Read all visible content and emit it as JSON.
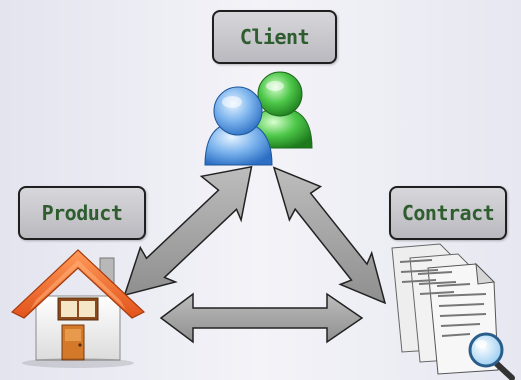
{
  "nodes": {
    "client": {
      "label": "Client",
      "icon": "users-icon"
    },
    "product": {
      "label": "Product",
      "icon": "house-icon"
    },
    "contract": {
      "label": "Contract",
      "icon": "documents-search-icon"
    }
  },
  "edges": [
    {
      "from": "client",
      "to": "product",
      "style": "double-arrow"
    },
    {
      "from": "client",
      "to": "contract",
      "style": "double-arrow"
    },
    {
      "from": "product",
      "to": "contract",
      "style": "double-arrow"
    }
  ],
  "colors": {
    "label_text": "#2f5d2f",
    "label_bg": "#c8c8cc",
    "arrow_fill": "#a9a9a9",
    "arrow_stroke": "#222222"
  }
}
